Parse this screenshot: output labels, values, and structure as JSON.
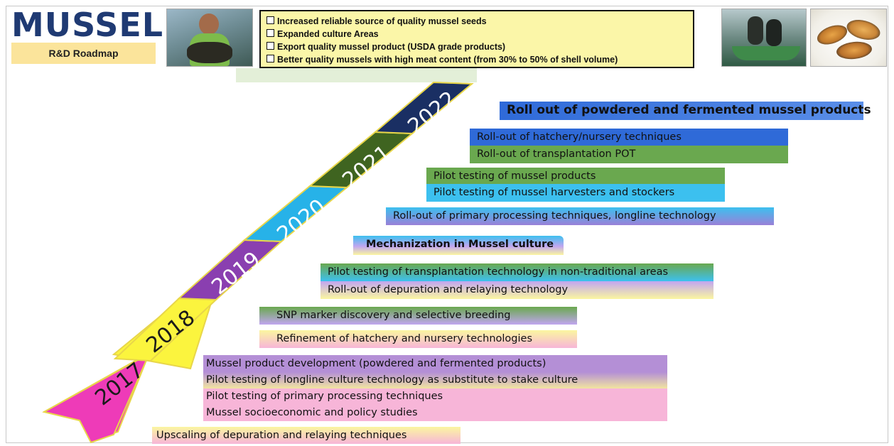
{
  "header": {
    "title": "MUSSEL",
    "subtitle": "R&D Roadmap"
  },
  "goals": [
    "Increased reliable source of quality mussel seeds",
    "Expanded culture Areas",
    "Export quality mussel product (USDA grade products)",
    "Better quality mussels with high meat content (from 30% to 50% of shell volume)"
  ],
  "years": [
    "2017",
    "2018",
    "2019",
    "2020",
    "2021",
    "2022"
  ],
  "colors": {
    "y2017": "#ee3bb8",
    "y2018": "#fbf43e",
    "y2019": "#8a3fb0",
    "y2020": "#27b2e8",
    "y2021": "#3f6420",
    "y2022": "#1a2f63",
    "outline": "#e8d64a"
  },
  "activities": {
    "a2022": [
      "Roll out of powdered and fermented mussel products"
    ],
    "a2021": [
      "Roll-out of hatchery/nursery techniques",
      "Roll-out of transplantation POT"
    ],
    "a2020a": [
      "Pilot testing of mussel products",
      "Pilot testing of mussel harvesters and stockers"
    ],
    "a2020b": [
      "Roll-out of primary processing techniques, longline technology"
    ],
    "a2019a": [
      "Mechanization in Mussel culture"
    ],
    "a2019b": [
      "Pilot testing of transplantation technology in non-traditional areas",
      "Roll-out of depuration and relaying technology"
    ],
    "a2018": [
      "SNP marker discovery and selective breeding",
      "Refinement of hatchery and nursery technologies"
    ],
    "a2017": [
      "Mussel product development (powdered and fermented products)",
      "Pilot testing of longline culture technology as substitute to stake culture",
      "Pilot testing of primary processing techniques",
      "Mussel socioeconomic and policy studies"
    ],
    "a2016": [
      "Upscaling of depuration and relaying techniques"
    ]
  }
}
